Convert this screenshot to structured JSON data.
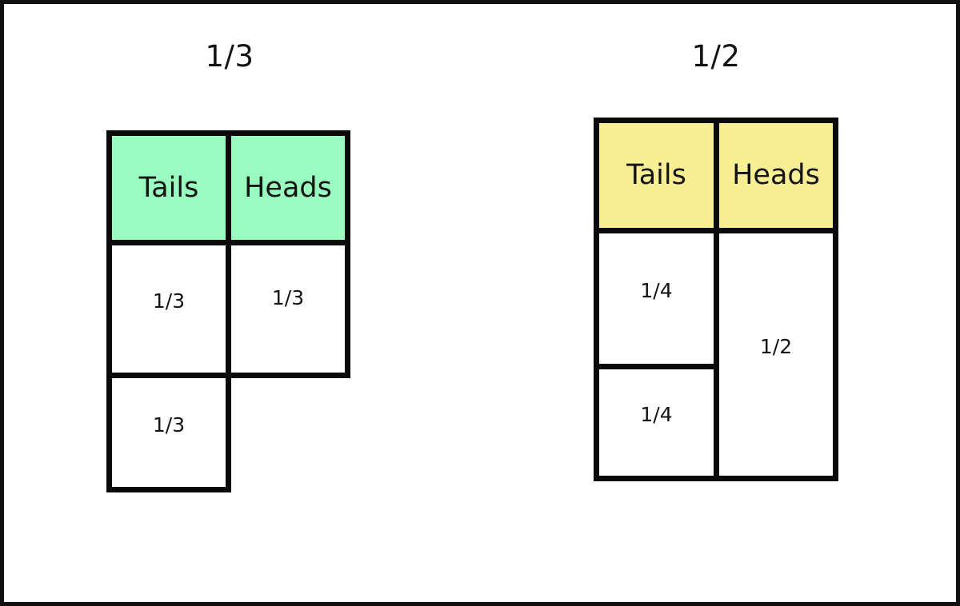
{
  "page": {
    "background": "#ffffff",
    "frame_color": "#111111",
    "line_color": "#0a0a0a",
    "text_color": "#141414"
  },
  "diagrams": [
    {
      "id": "left",
      "title": "1/3",
      "header_fill": "#99FBBF",
      "headers": [
        "Tails",
        "Heads"
      ],
      "columns": [
        {
          "name": "tails",
          "cells": [
            "1/3",
            "1/3"
          ]
        },
        {
          "name": "heads",
          "cells": [
            "1/3"
          ]
        }
      ],
      "cells": {
        "tails_1": "1/3",
        "tails_2": "1/3",
        "heads_1": "1/3"
      }
    },
    {
      "id": "right",
      "title": "1/2",
      "header_fill": "#F8EF95",
      "headers": [
        "Tails",
        "Heads"
      ],
      "columns": [
        {
          "name": "tails",
          "cells": [
            "1/4",
            "1/4"
          ]
        },
        {
          "name": "heads",
          "cells": [
            "1/2"
          ]
        }
      ],
      "cells": {
        "tails_1": "1/4",
        "tails_2": "1/4",
        "heads_1": "1/2"
      }
    }
  ]
}
